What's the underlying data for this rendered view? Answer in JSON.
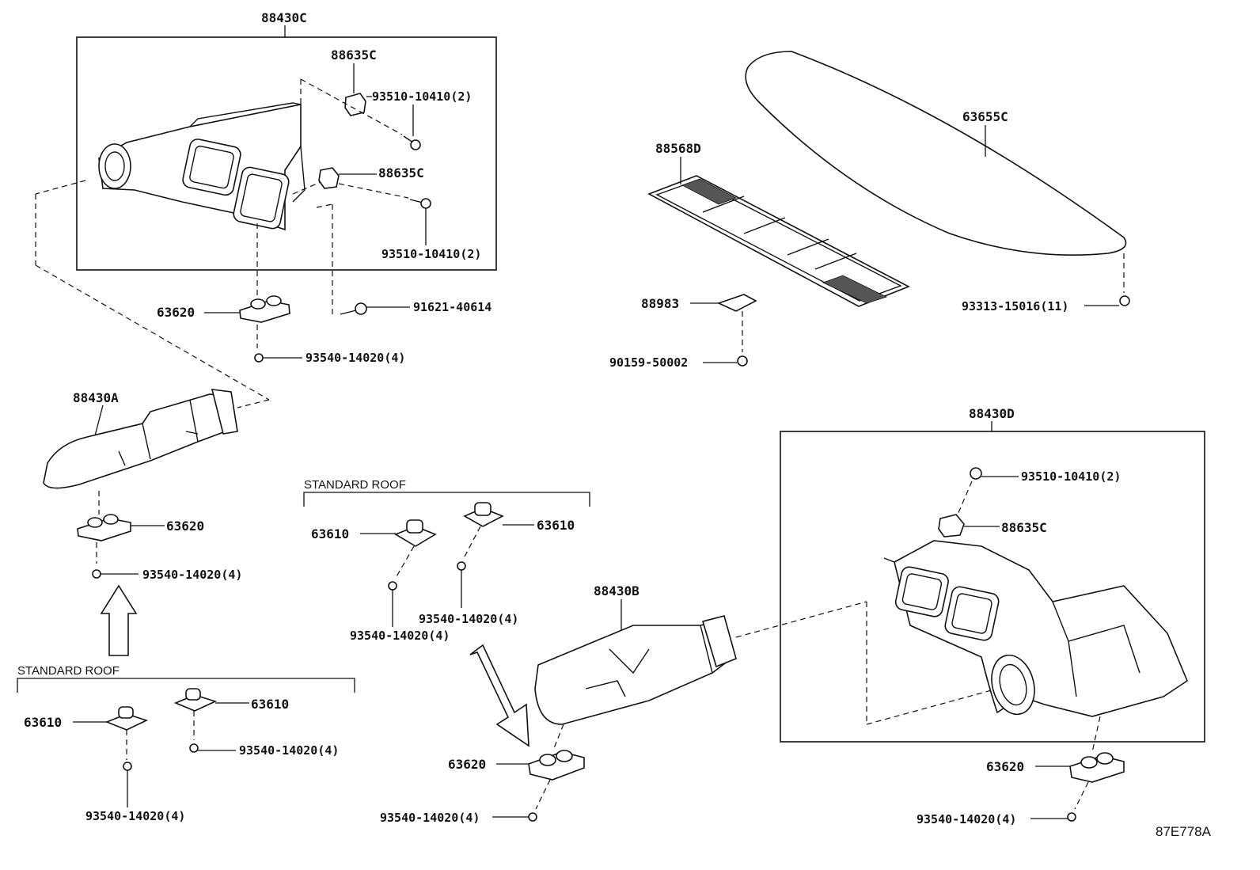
{
  "labels": {
    "p88430C": "88430C",
    "p88635C_a": "88635C",
    "p93510_a": "93510-10410(2)",
    "p88635C_b": "88635C",
    "p93510_b": "93510-10410(2)",
    "p63620_a": "63620",
    "p91621": "91621-40614",
    "p93540_a": "93540-14020(4)",
    "p88430A": "88430A",
    "p63620_b": "63620",
    "p93540_b": "93540-14020(4)",
    "std_roof_a": "STANDARD ROOF",
    "p63610_a": "63610",
    "p63610_b": "63610",
    "p93540_c": "93540-14020(4)",
    "p93540_d": "93540-14020(4)",
    "std_roof_b": "STANDARD ROOF",
    "p63610_c": "63610",
    "p63610_d": "63610",
    "p93540_e": "93540-14020(4)",
    "p93540_f": "93540-14020(4)",
    "p88430B": "88430B",
    "p63620_c": "63620",
    "p93540_g": "93540-14020(4)",
    "p63655C": "63655C",
    "p88568D": "88568D",
    "p88983": "88983",
    "p90159": "90159-50002",
    "p93313": "93313-15016(11)",
    "p88430D": "88430D",
    "p93510_c": "93510-10410(2)",
    "p88635C_c": "88635C",
    "p63620_d": "63620",
    "p93540_h": "93540-14020(4)",
    "figure_code": "87E778A"
  }
}
